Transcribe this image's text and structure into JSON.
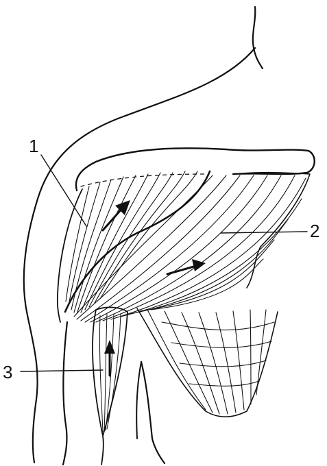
{
  "figure": {
    "labels": [
      {
        "id": "label-1",
        "text": "1"
      },
      {
        "id": "label-2",
        "text": "2"
      },
      {
        "id": "label-3",
        "text": "3"
      }
    ],
    "ink_color": "#111111",
    "background_color": "#ffffff"
  }
}
